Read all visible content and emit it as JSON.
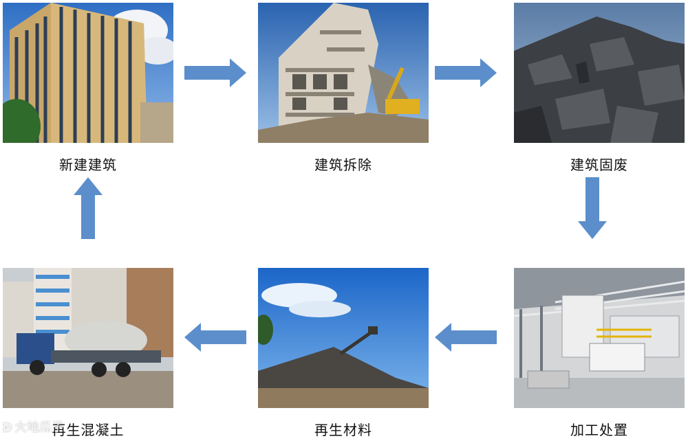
{
  "nodes": {
    "new_building": {
      "label": "新建建筑",
      "image": "new building photo"
    },
    "demolition": {
      "label": "建筑拆除",
      "image": "building demolition photo"
    },
    "solid_waste": {
      "label": "建筑固废",
      "image": "construction solid waste photo"
    },
    "processing": {
      "label": "加工处置",
      "image": "processing plant photo"
    },
    "recycled_material": {
      "label": "再生材料",
      "image": "recycled aggregate pile photo"
    },
    "recycled_concrete": {
      "label": "再生混凝土",
      "image": "concrete mixer truck photo"
    }
  },
  "watermark": {
    "text": "大地瓜子"
  },
  "colors": {
    "arrow": "#5b8ecb",
    "label": "#111111"
  }
}
